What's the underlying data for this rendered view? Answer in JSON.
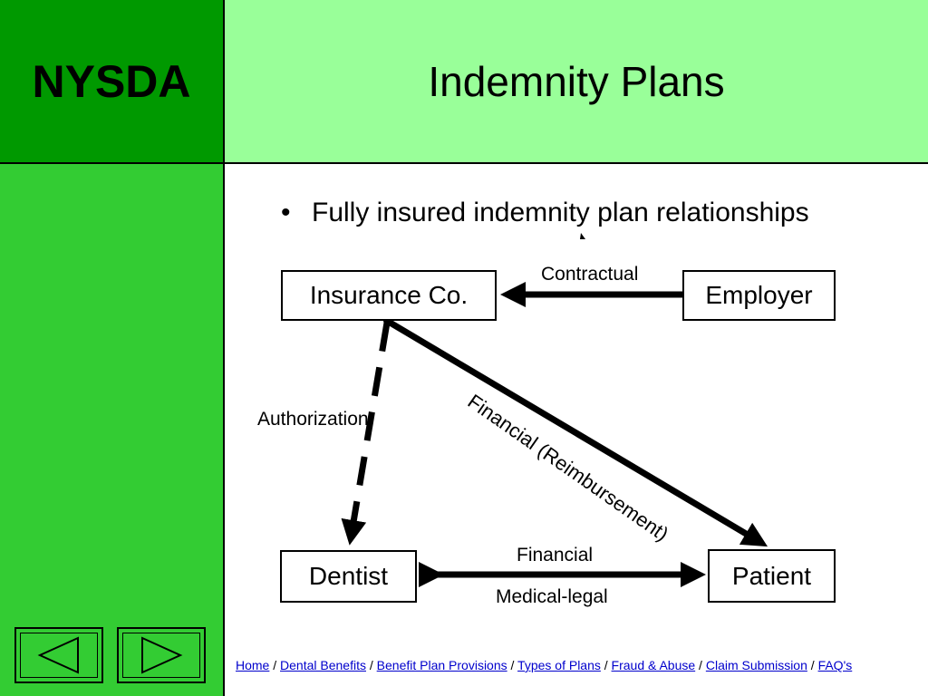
{
  "header": {
    "logo": "NYSDA",
    "title": "Indemnity Plans",
    "colors": {
      "logo_bg": "#009900",
      "title_bg": "#99ff99",
      "sidebar_bg": "#33cc33"
    }
  },
  "bullet": {
    "marker": "•",
    "text": "Fully insured indemnity plan relationships"
  },
  "diagram": {
    "nodes": {
      "insurance": "Insurance Co.",
      "employer": "Employer",
      "dentist": "Dentist",
      "patient": "Patient"
    },
    "edges": {
      "contractual": "Contractual",
      "authorization": "Authorization",
      "reimbursement": "Financial (Reimbursement)",
      "financial": "Financial",
      "medical_legal": "Medical-legal"
    }
  },
  "nav": {
    "prev_icon": "triangle-left-icon",
    "next_icon": "triangle-right-icon"
  },
  "footer": {
    "separator": " / ",
    "links": [
      "Home",
      "Dental Benefits",
      "Benefit Plan Provisions",
      "Types of Plans",
      "Fraud & Abuse",
      "Claim Submission",
      "FAQ's"
    ]
  }
}
